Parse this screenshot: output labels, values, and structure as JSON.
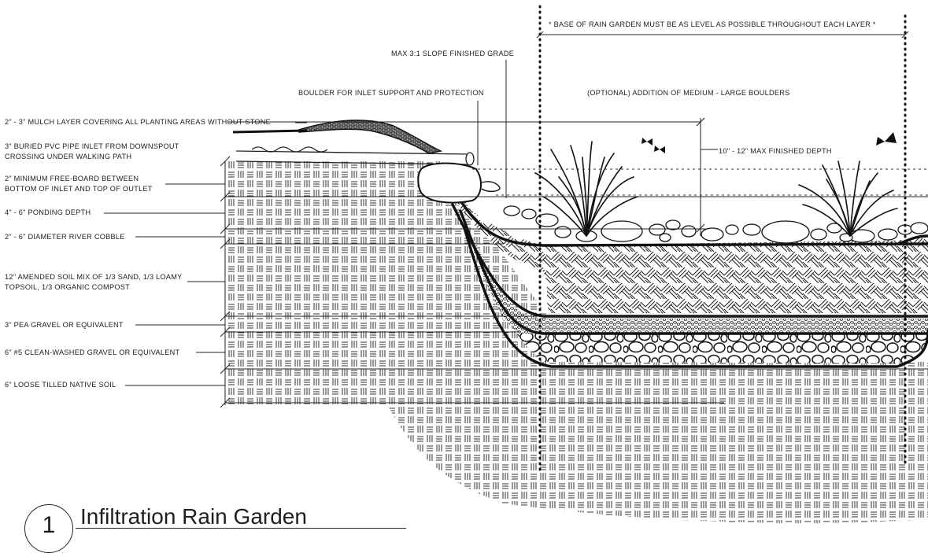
{
  "title": {
    "number": "1",
    "text": "Infiltration Rain Garden"
  },
  "left_labels": [
    {
      "id": "mulch",
      "text": "2\" - 3\" MULCH LAYER COVERING ALL PLANTING AREAS WITHOUT STONE"
    },
    {
      "id": "pipe",
      "text": "3\" BURIED PVC PIPE INLET FROM DOWNSPOUT CROSSING UNDER WALKING PATH"
    },
    {
      "id": "freeboard",
      "text": "2\" MINIMUM FREE-BOARD BETWEEN BOTTOM OF INLET AND TOP OF OUTLET"
    },
    {
      "id": "ponding",
      "text": "4\" - 6\" PONDING DEPTH"
    },
    {
      "id": "cobble",
      "text": "2\" - 6\" DIAMETER RIVER COBBLE"
    },
    {
      "id": "soil",
      "text": "12\" AMENDED SOIL MIX OF  1/3 SAND, 1/3 LOAMY TOPSOIL, 1/3 ORGANIC COMPOST"
    },
    {
      "id": "pea",
      "text": "3\" PEA GRAVEL OR EQUIVALENT"
    },
    {
      "id": "gravel",
      "text": "6\" #5 CLEAN-WASHED GRAVEL OR EQUIVALENT"
    },
    {
      "id": "native",
      "text": "6\" LOOSE TILLED NATIVE SOIL"
    }
  ],
  "top_labels": {
    "level": "* BASE OF RAIN GARDEN MUST BE AS LEVEL AS POSSIBLE THROUGHOUT EACH LAYER *",
    "slope": "MAX 3:1 SLOPE FINISHED GRADE",
    "boulder": "BOULDER FOR INLET SUPPORT AND PROTECTION",
    "optional": "(OPTIONAL) ADDITION OF MEDIUM - LARGE BOULDERS",
    "depth": "10\" - 12\" MAX FINISHED DEPTH"
  },
  "icons": [
    "butterfly-icon",
    "grass-plant-icon",
    "boulder-icon",
    "pvc-pipe-icon"
  ]
}
